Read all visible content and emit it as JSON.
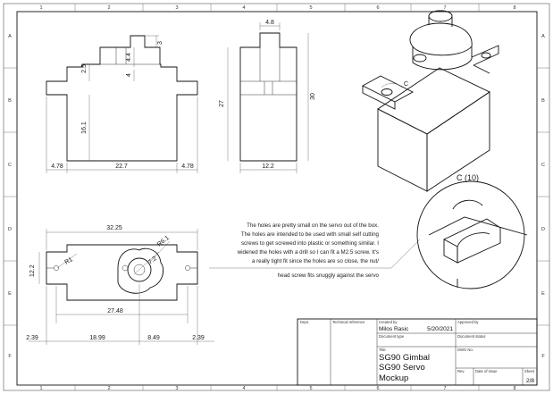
{
  "zones": {
    "columns": [
      "1",
      "2",
      "3",
      "4",
      "5",
      "6",
      "7",
      "8"
    ],
    "rows": [
      "A",
      "B",
      "C",
      "D",
      "E",
      "F"
    ]
  },
  "views": {
    "front": {
      "dims": {
        "height_3": "3",
        "d_4_4": "4.4",
        "d_2_5": "2.5",
        "d_4": "4",
        "d_16_1": "16.1",
        "left_4_78": "4.78",
        "center_22_7": "22.7",
        "right_4_78": "4.78"
      }
    },
    "side": {
      "dims": {
        "top_4_8": "4.8",
        "height_27": "27",
        "height_30": "30",
        "bottom_12_2": "12.2"
      }
    },
    "iso": {
      "callout_letter": "C"
    },
    "top": {
      "dims": {
        "width_32_25": "32.25",
        "r6_1": "R6.1",
        "r1": "R1",
        "dia_7_2": "7.2",
        "height_12_2": "12.2",
        "span_27_48": "27.48"
      }
    },
    "bottom_row_dims": {
      "d1": "2.39",
      "d2": "18.99",
      "d3": "8.49",
      "d4": "2.39"
    },
    "detail": {
      "label": "C (10)"
    }
  },
  "note": {
    "lines": [
      "The holes are pretty small on the servo out of the box.",
      "The holes are intended to be used with small self cutting",
      "screws to get screwed into plastic or something similar. I",
      "widened the holes with a drill so I can fit a M2.5 screw. It's",
      "a really tight fit since the holes are so close, the nut/",
      "head screw fits snuggly against the servo"
    ]
  },
  "title_block": {
    "dept_label": "Dept.",
    "tech_ref_label": "Technical reference",
    "created_by_label": "Created by",
    "created_by": "Milos Rasic",
    "date": "5/20/2021",
    "approved_by_label": "Approved by",
    "doc_type_label": "Document type",
    "doc_status_label": "Document status",
    "title_label": "Title",
    "title_lines": [
      "SG90 Gimbal",
      "SG90 Servo",
      "Mockup"
    ],
    "dwg_no_label": "DWG No.",
    "rev_label": "Rev.",
    "date_of_issue_label": "Date of issue",
    "sheet_label": "Sheet",
    "sheet": "2/8"
  }
}
